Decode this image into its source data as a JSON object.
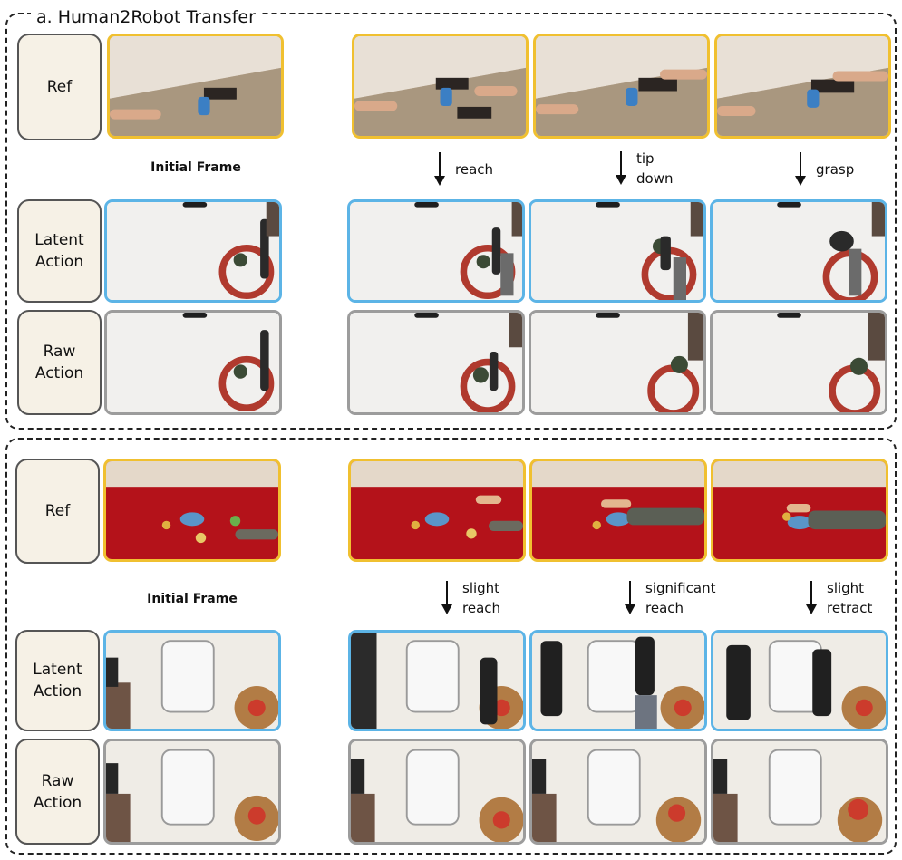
{
  "panel_a": {
    "title": "a. Human2Robot Transfer",
    "row_labels": {
      "ref": "Ref",
      "latent": "Latent\nAction",
      "raw": "Raw\nAction"
    },
    "initial_frame_label": "Initial Frame",
    "steps": [
      "reach",
      "tip\ndown",
      "grasp"
    ]
  },
  "panel_b": {
    "row_labels": {
      "ref": "Ref",
      "latent": "Latent\nAction",
      "raw": "Raw\nAction"
    },
    "initial_frame_label": "Initial Frame",
    "steps": [
      "slight\nreach",
      "significant\nreach",
      "slight\nretract"
    ]
  },
  "colors": {
    "ref_border": "#f0c030",
    "latent_border": "#5cb4e6",
    "raw_border": "#9c9c9c",
    "label_box_fill": "#f6f1e6"
  }
}
